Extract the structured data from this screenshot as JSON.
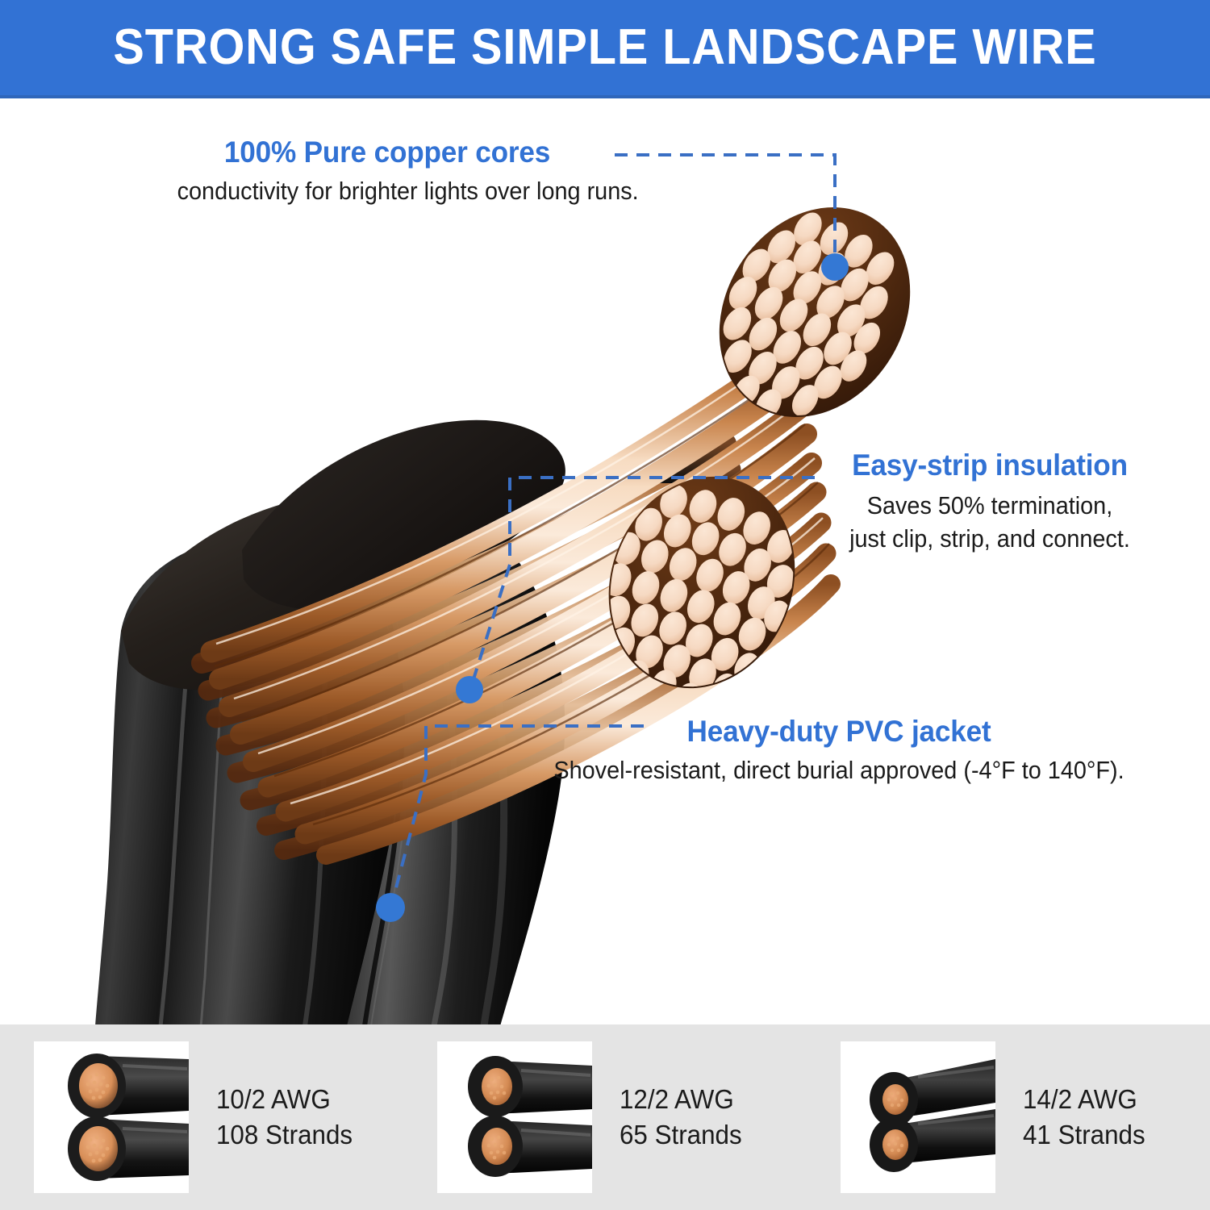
{
  "header": {
    "title": "STRONG SAFE SIMPLE LANDSCAPE WIRE",
    "bg_color": "#3272d4",
    "text_color": "#ffffff"
  },
  "accent": {
    "blue": "#3272d4",
    "dot_blue": "#3478d4",
    "leader_blue": "#3a6fc4",
    "strip_bg": "#e4e4e4",
    "copper_light": "#f6d3b4",
    "copper_mid": "#d79a66",
    "copper_dark": "#a6612f",
    "jacket_black": "#1b1b1b"
  },
  "callouts": [
    {
      "id": "copper",
      "title": "100% Pure copper cores",
      "body_lines": [
        "conductivity for brighter lights over long runs."
      ]
    },
    {
      "id": "insulation",
      "title": "Easy-strip insulation",
      "body_lines": [
        "Saves 50% termination,",
        "just clip, strip, and connect."
      ]
    },
    {
      "id": "jacket",
      "title": "Heavy-duty PVC jacket",
      "body_lines": [
        "Shovel-resistant, direct burial approved (-4°F to 140°F)."
      ]
    }
  ],
  "specs": [
    {
      "gauge": "10/2 AWG",
      "strands": "108 Strands",
      "core_ratio": 0.62
    },
    {
      "gauge": "12/2 AWG",
      "strands": "65 Strands",
      "core_ratio": 0.5
    },
    {
      "gauge": "14/2 AWG",
      "strands": "41 Strands",
      "core_ratio": 0.42
    }
  ],
  "product_image": {
    "description": "two-conductor black PVC landscape wire with stripped bare copper strand bundles fanning out to the upper right",
    "conductor_count": 2
  }
}
